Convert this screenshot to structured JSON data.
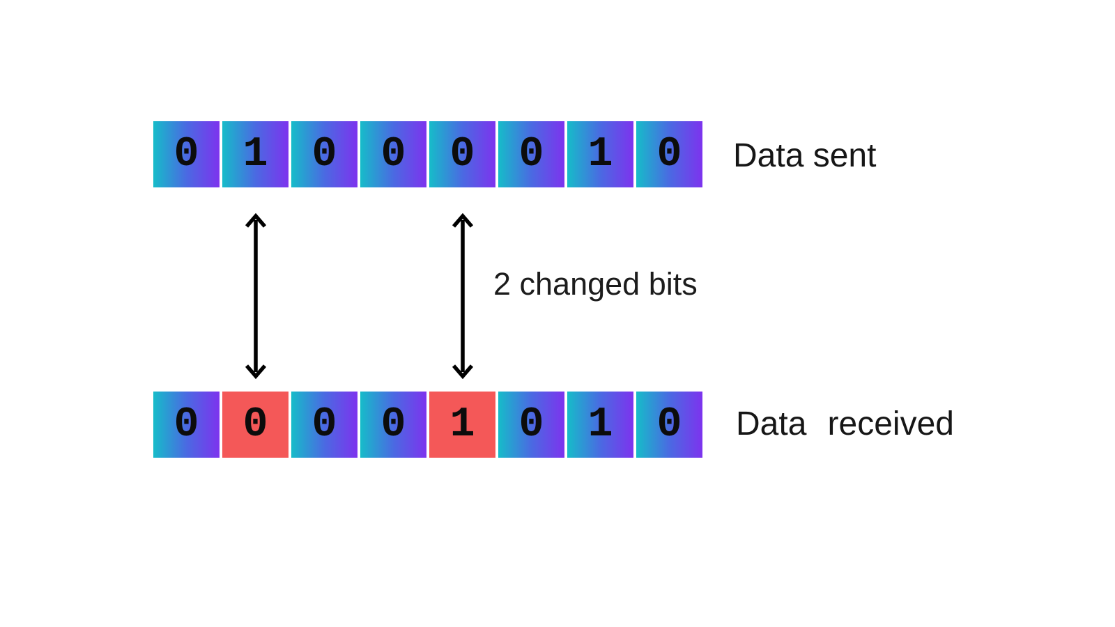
{
  "rows": {
    "sent": {
      "label": "Data sent",
      "bits": [
        "0",
        "1",
        "0",
        "0",
        "0",
        "0",
        "1",
        "0"
      ]
    },
    "received": {
      "label": "Data received",
      "bits": [
        "0",
        "0",
        "0",
        "0",
        "1",
        "0",
        "1",
        "0"
      ],
      "changed_indices": [
        1,
        4
      ]
    }
  },
  "annotation": {
    "label": "2 changed bits"
  },
  "colors": {
    "cell_gradient_start": "#16bcc9",
    "cell_gradient_mid": "#4a6ae2",
    "cell_gradient_end": "#7d33ee",
    "changed_cell": "#f45858",
    "arrow": "#000000",
    "text": "#161616"
  }
}
